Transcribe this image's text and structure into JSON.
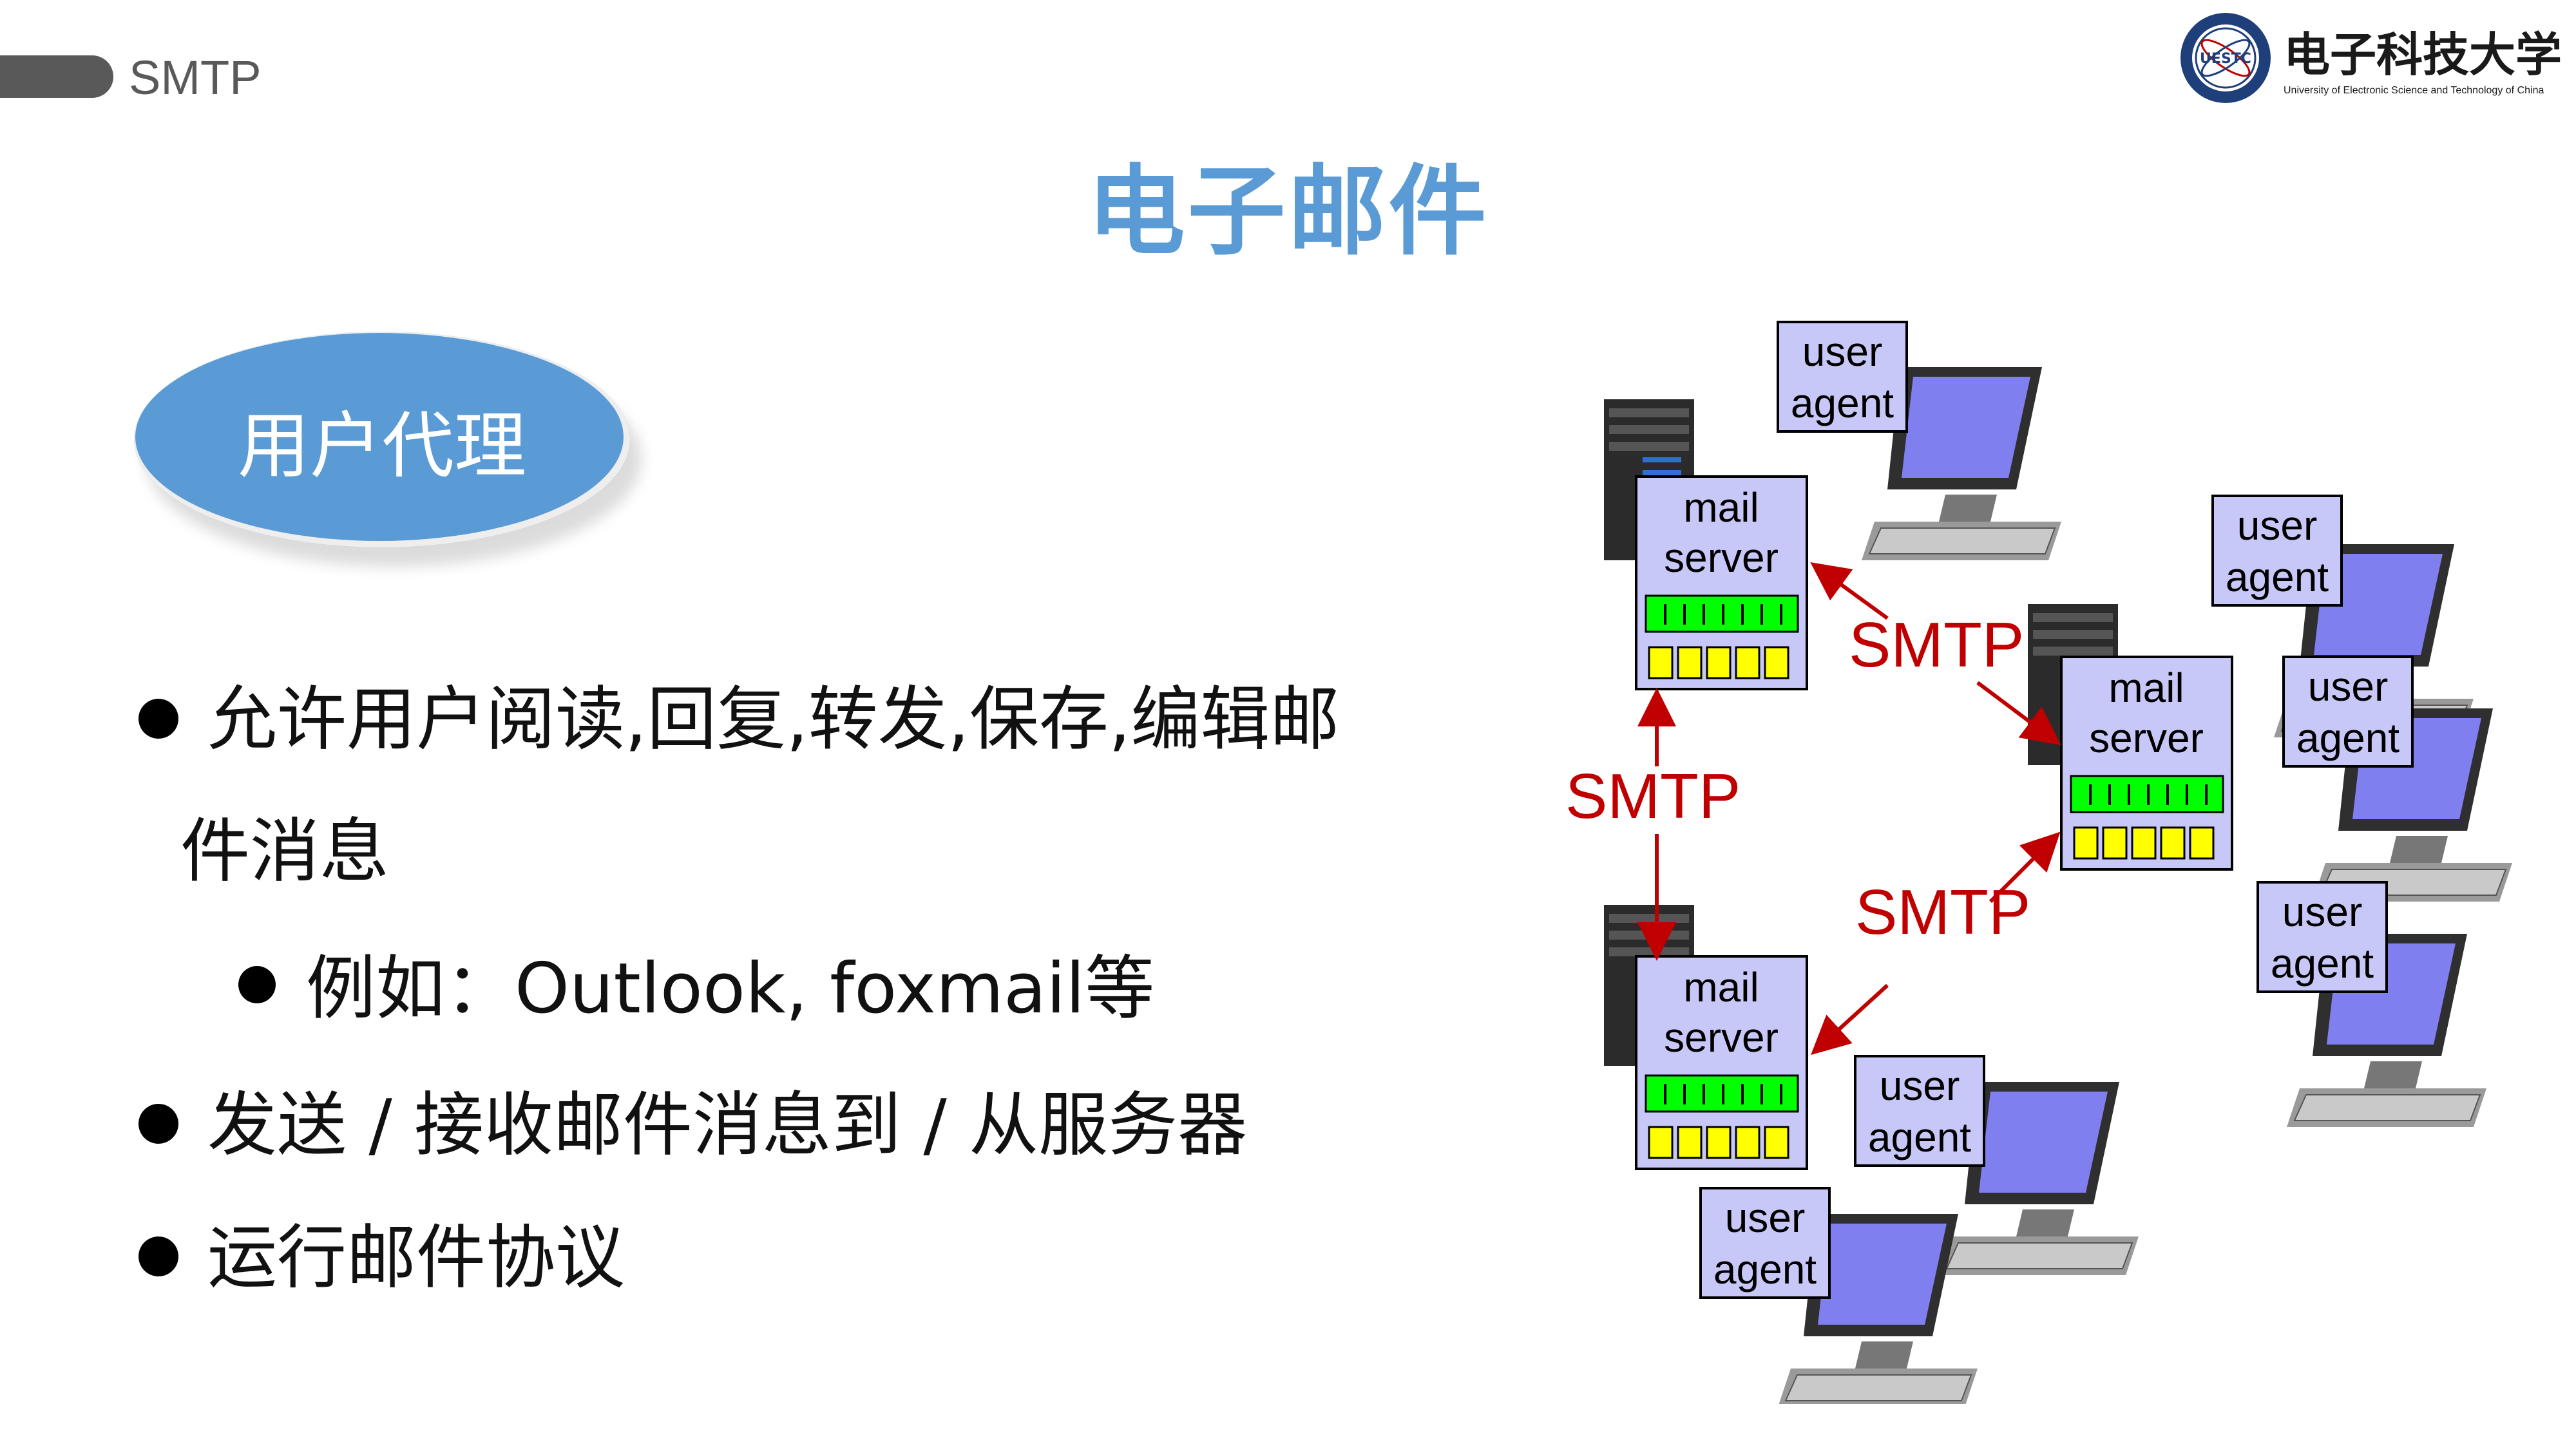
{
  "header": {
    "section": "SMTP",
    "logo_name": "电子科技大学",
    "logo_subtitle": "University of Electronic Science and Technology of China",
    "logo_emblem": "UESTC"
  },
  "title": "电子邮件",
  "badge": "用户代理",
  "bullets": [
    {
      "level": 1,
      "text": "允许用户阅读,回复,转发,保存,编辑邮"
    },
    {
      "level": 1,
      "text": "件消息",
      "continuation": true
    },
    {
      "level": 2,
      "text": "例如：Outlook, foxmail等"
    },
    {
      "level": 1,
      "text": "发送 / 接收邮件消息到 / 从服务器"
    },
    {
      "level": 1,
      "text": "运行邮件协议"
    }
  ],
  "diagram": {
    "server_label_line1": "mail",
    "server_label_line2": "server",
    "agent_label_line1": "user",
    "agent_label_line2": "agent",
    "protocol_label": "SMTP",
    "colors": {
      "box": "#c8c8f8",
      "queue_green": "#00ff00",
      "queue_yellow": "#ffff00",
      "arrow": "#c00000"
    }
  }
}
